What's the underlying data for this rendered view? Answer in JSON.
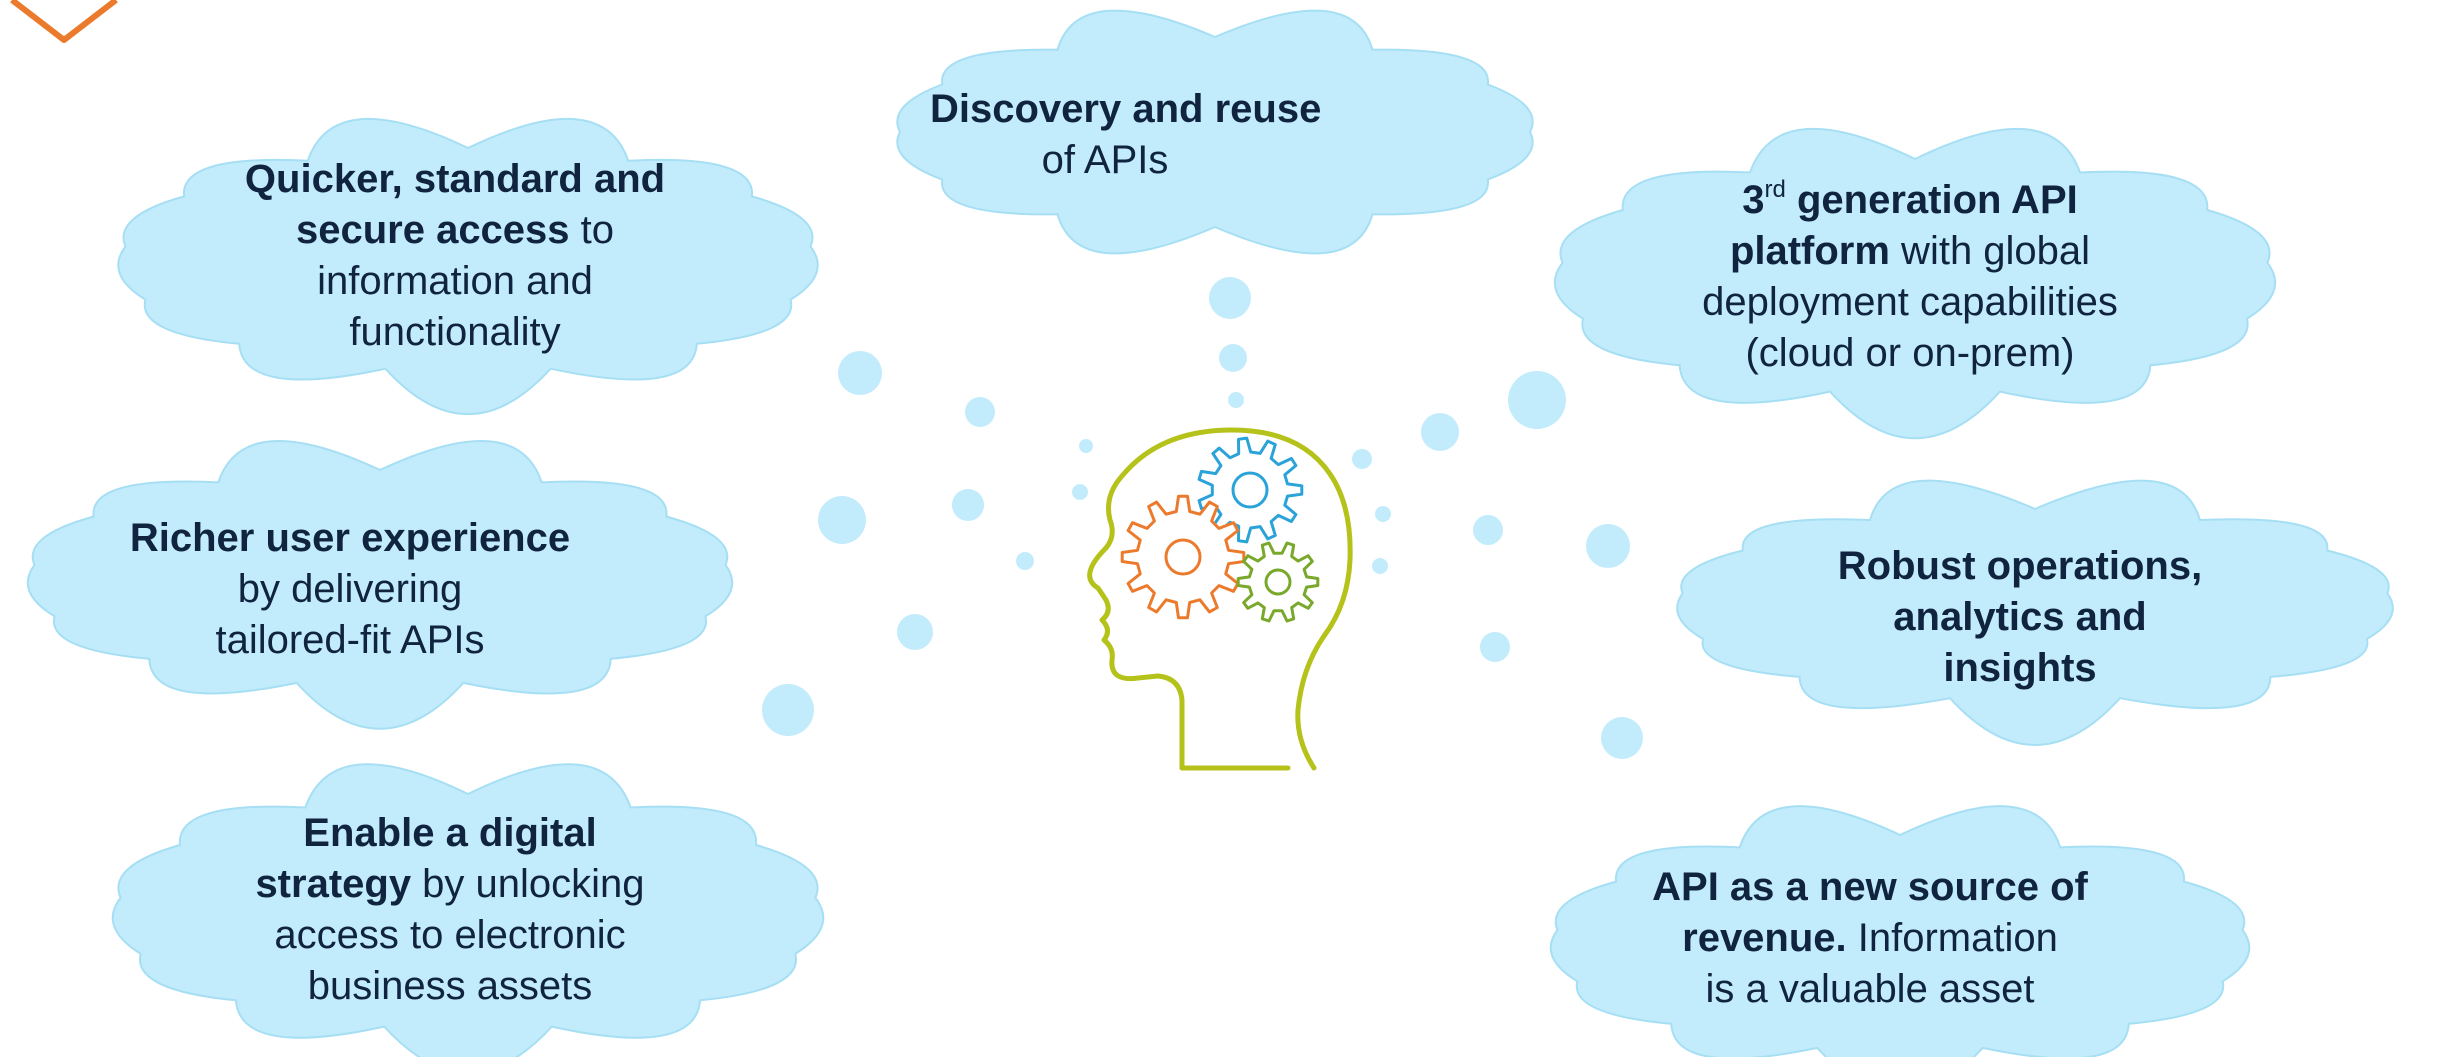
{
  "diagram": {
    "colors": {
      "cloud_fill": "#c2ecfb",
      "cloud_edge": "#a6dff4",
      "text": "#10233f",
      "head_outline": "#b5c21a",
      "gear_blue": "#2aa3d8",
      "gear_orange": "#ec7a2c",
      "gear_green": "#7aa82a",
      "corner_chevron": "#ec7a2c"
    },
    "icons": [
      "head-with-gears-icon",
      "thought-bubble-icon",
      "chevron-down-icon"
    ],
    "clouds": {
      "discovery": {
        "bold": "Discovery and reuse",
        "line2": "of APIs"
      },
      "quicker": {
        "bold_line1": "Quicker, standard and",
        "bold_line2": "secure access",
        "line2_tail": " to",
        "line3": "information and",
        "line4": "functionality"
      },
      "platform": {
        "bold_prefix": "3",
        "sup": "rd",
        "bold_line1": " generation API",
        "bold_line2": "platform",
        "line2_tail": " with global",
        "line3": "deployment capabilities",
        "line4": "(cloud or on-prem)"
      },
      "richer": {
        "bold": "Richer user experience",
        "line2": "by delivering",
        "line3": "tailored-fit APIs"
      },
      "robust": {
        "bold_line1": "Robust operations,",
        "bold_line2": "analytics and",
        "bold_line3": "insights"
      },
      "enable": {
        "bold_line1": "Enable a digital",
        "bold_line2": "strategy",
        "line2_tail": " by unlocking",
        "line3": "access to electronic",
        "line4": "business assets"
      },
      "revenue": {
        "bold_line1": "API as a new source of",
        "bold_line2": "revenue.",
        "line2_tail": " Information",
        "line3": "is a valuable asset"
      }
    }
  }
}
